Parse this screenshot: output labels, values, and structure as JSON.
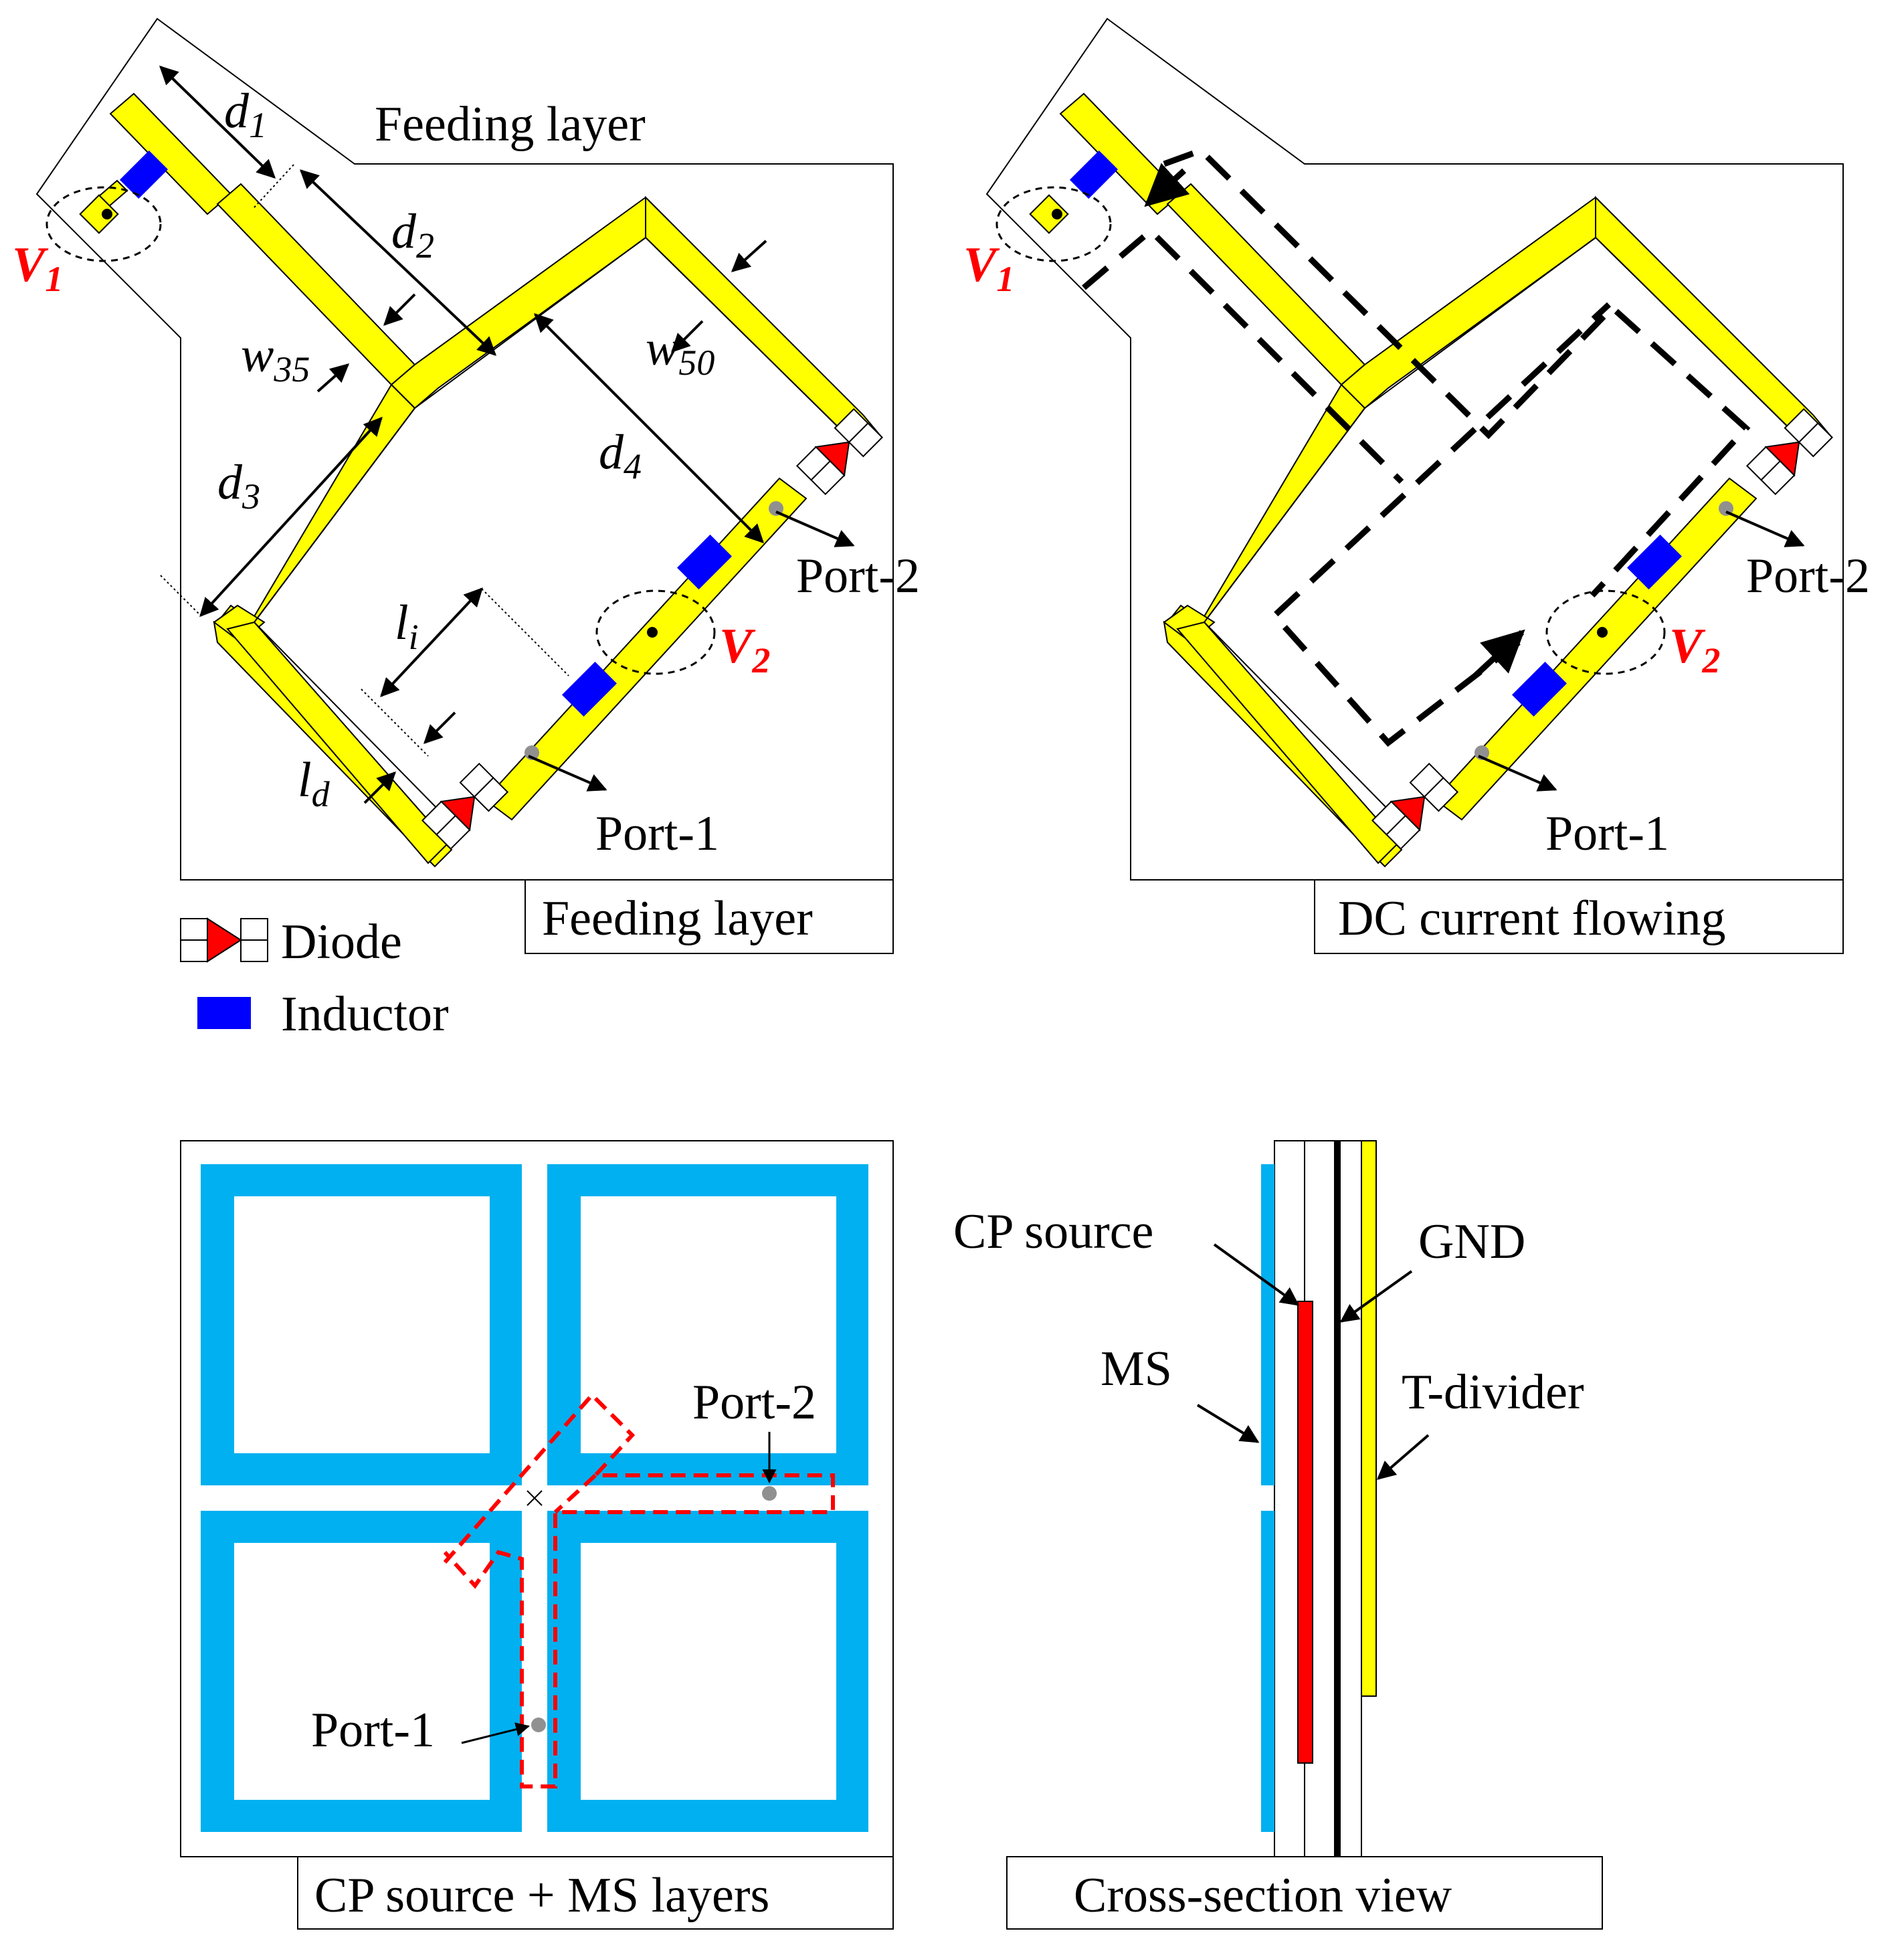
{
  "panels": {
    "top_left": {
      "title": "Feeding layer",
      "caption": "Feeding layer",
      "dimensions": {
        "d1": {
          "base": "d",
          "sub": "1"
        },
        "d2": {
          "base": "d",
          "sub": "2"
        },
        "d3": {
          "base": "d",
          "sub": "3"
        },
        "d4": {
          "base": "d",
          "sub": "4"
        },
        "w35": {
          "base": "w",
          "sub": "35"
        },
        "w50": {
          "base": "w",
          "sub": "50"
        },
        "li": {
          "base": "l",
          "sub": "i"
        },
        "ld": {
          "base": "l",
          "sub": "d"
        }
      },
      "v1": {
        "base": "V",
        "sub": "1"
      },
      "v2": {
        "base": "V",
        "sub": "2"
      },
      "port1": "Port-1",
      "port2": "Port-2"
    },
    "top_right": {
      "caption": "DC current flowing",
      "v1": {
        "base": "V",
        "sub": "1"
      },
      "v2": {
        "base": "V",
        "sub": "2"
      },
      "port1": "Port-1",
      "port2": "Port-2"
    },
    "bottom_left": {
      "caption": "CP source + MS layers",
      "port1": "Port-1",
      "port2": "Port-2"
    },
    "bottom_right": {
      "caption": "Cross-section view",
      "labels": {
        "cp_source": "CP source",
        "gnd": "GND",
        "ms": "MS",
        "t_divider": "T-divider"
      }
    }
  },
  "legend": {
    "diode": "Diode",
    "inductor": "Inductor"
  },
  "colors": {
    "feed_line": "#ffff00",
    "inductor": "#0000ff",
    "diode": "#ff0000",
    "ms_patch": "#00b0f0",
    "cp_source": "#ff0000",
    "gnd": "#000000",
    "port_dot": "#909090"
  }
}
